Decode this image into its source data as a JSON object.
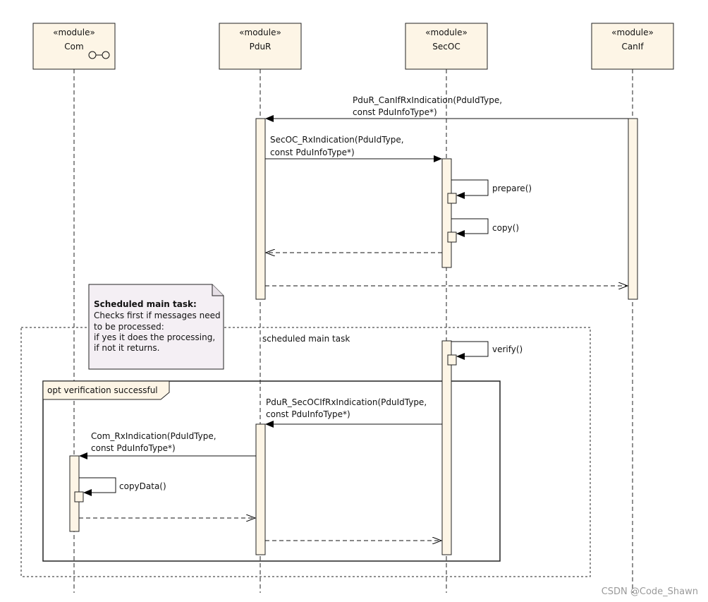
{
  "lifelines": [
    {
      "id": "com",
      "stereotype": "«module»",
      "name": "Com"
    },
    {
      "id": "pdur",
      "stereotype": "«module»",
      "name": "PduR"
    },
    {
      "id": "secoc",
      "stereotype": "«module»",
      "name": "SecOC"
    },
    {
      "id": "canif",
      "stereotype": "«module»",
      "name": "CanIf"
    }
  ],
  "messages": {
    "canif_to_pdur": {
      "line1": "PduR_CanIfRxIndication(PduIdType,",
      "line2": "const PduInfoType*)"
    },
    "pdur_to_secoc": {
      "line1": "SecOC_RxIndication(PduIdType,",
      "line2": "const PduInfoType*)"
    },
    "prepare": "prepare()",
    "copy": "copy()",
    "verify": "verify()",
    "secoc_to_pdur": {
      "line1": "PduR_SecOCIfRxIndication(PduIdType,",
      "line2": "const PduInfoType*)"
    },
    "pdur_to_com": {
      "line1": "Com_RxIndication(PduIdType,",
      "line2": "const PduInfoType*)"
    },
    "copy_data": "copyData()"
  },
  "note": {
    "title": "Scheduled main task:",
    "lines": [
      "Checks first if  messages need",
      "to be processed:",
      "if yes it does the processing,",
      "if not it returns."
    ]
  },
  "frames": {
    "scheduled_label": "scheduled main task",
    "opt_label": "opt verification successful"
  },
  "watermark": "CSDN @Code_Shawn"
}
